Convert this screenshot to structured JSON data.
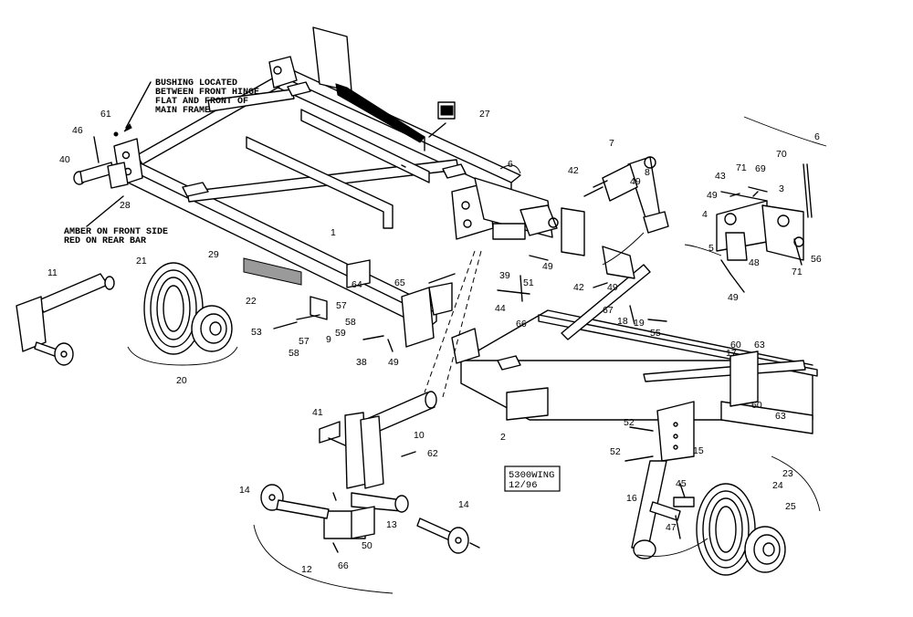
{
  "notes": {
    "bushing": [
      "BUSHING LOCATED",
      "BETWEEN FRONT HINGE",
      "FLAT AND FRONT OF",
      "MAIN FRAME"
    ],
    "amber": [
      "AMBER ON FRONT SIDE",
      "RED ON REAR BAR"
    ]
  },
  "model_box": [
    "5300WING",
    "12/96"
  ],
  "callouts": [
    "1",
    "2",
    "3",
    "4",
    "5",
    "6",
    "6",
    "7",
    "8",
    "9",
    "10",
    "11",
    "12",
    "13",
    "14",
    "14",
    "15",
    "16",
    "17",
    "18",
    "19",
    "20",
    "21",
    "22",
    "23",
    "24",
    "25",
    "27",
    "28",
    "29",
    "38",
    "39",
    "40",
    "41",
    "42",
    "42",
    "43",
    "44",
    "45",
    "46",
    "47",
    "48",
    "49",
    "49",
    "49",
    "49",
    "49",
    "49",
    "50",
    "51",
    "52",
    "52",
    "53",
    "55",
    "56",
    "57",
    "57",
    "58",
    "58",
    "59",
    "60",
    "60",
    "61",
    "62",
    "63",
    "63",
    "64",
    "65",
    "66",
    "66",
    "67",
    "69",
    "70",
    "71",
    "71"
  ]
}
